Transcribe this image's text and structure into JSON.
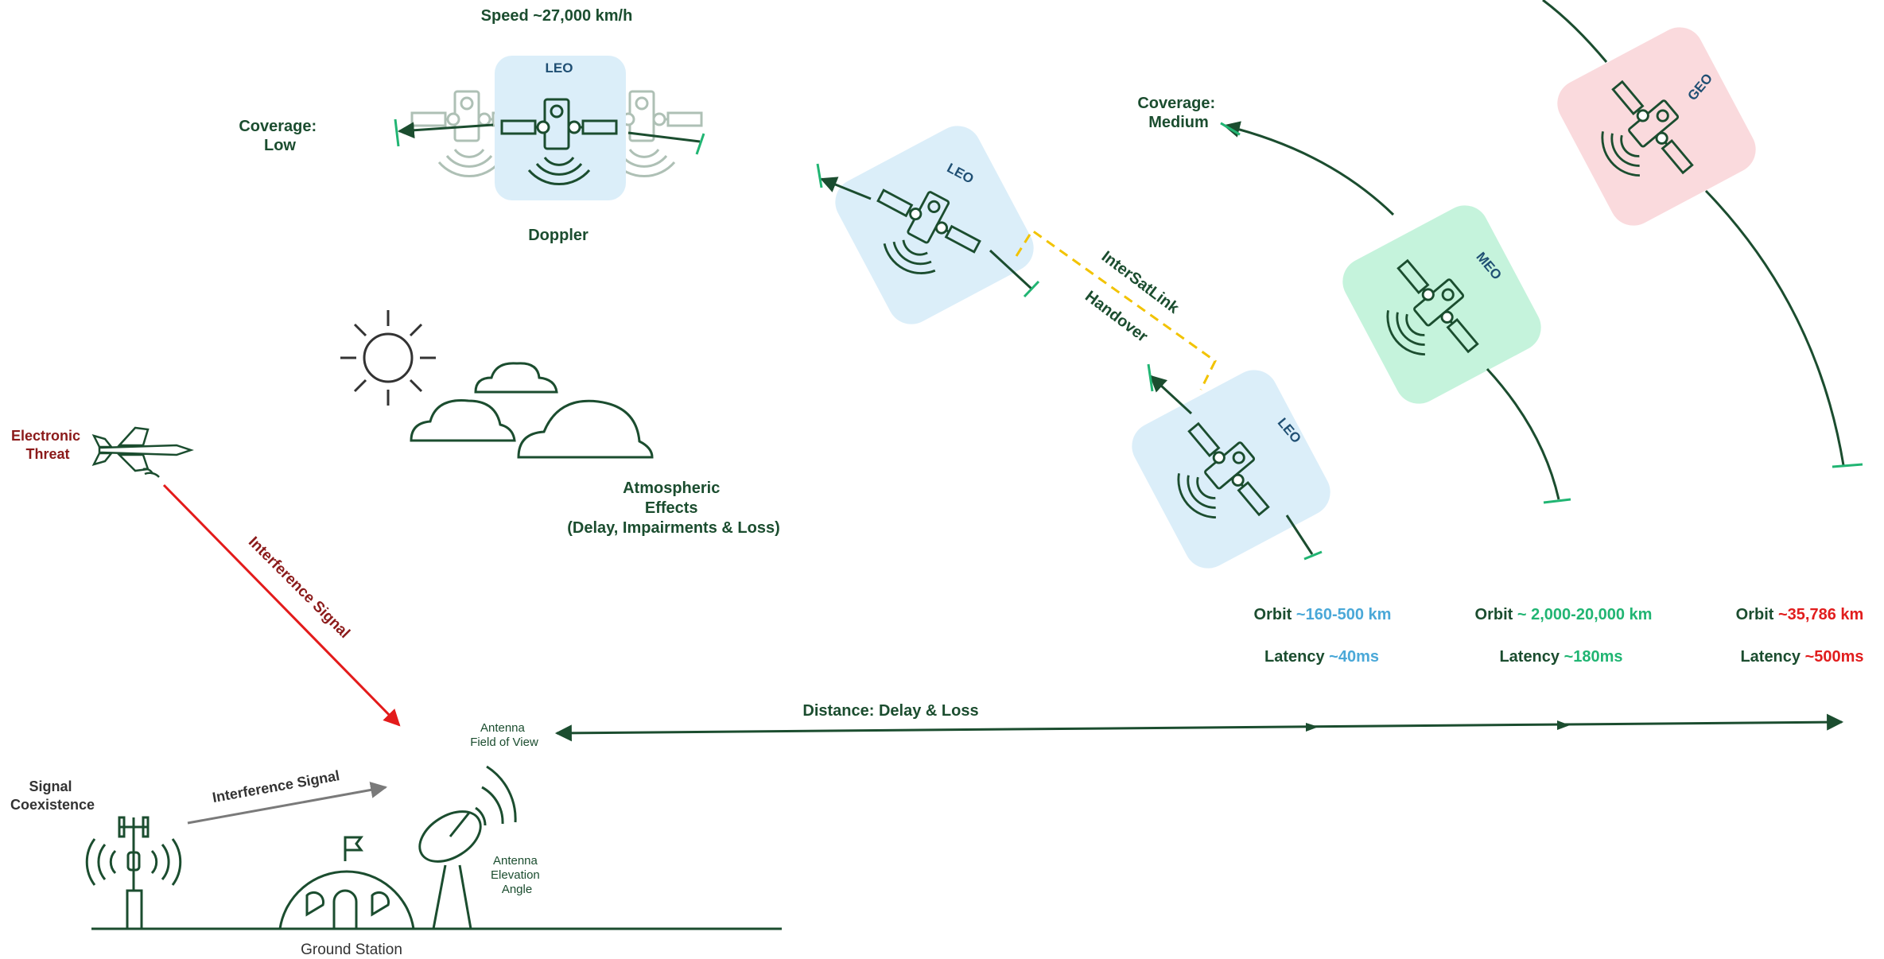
{
  "colors": {
    "dark_green": "#1b4d2f",
    "leo_bg": "#dbeef9",
    "meo_bg": "#c5f3dc",
    "geo_bg": "#fadadd",
    "leo_accent": "#4aa8d8",
    "meo_accent": "#21b573",
    "geo_accent": "#e11d1d",
    "threat_red": "#8b1a1a",
    "interference_red": "#e31b1b",
    "handover_yellow": "#f2c300",
    "grey": "#7a7a7a"
  },
  "top": {
    "speed": "Speed ~27,000 km/h",
    "coverage_low": [
      "Coverage:",
      "Low"
    ],
    "doppler": "Doppler",
    "leo_badge": "LEO"
  },
  "coverage_medium": [
    "Coverage:",
    "Medium"
  ],
  "satellites": {
    "leo_a": "LEO",
    "leo_b": "LEO",
    "meo": "MEO",
    "geo": "GEO"
  },
  "links": {
    "intersatlink": "InterSatLink",
    "handover": "Handover"
  },
  "atmosphere": [
    "Atmospheric",
    "Effects",
    "(Delay, Impairments & Loss)"
  ],
  "threat": {
    "label": [
      "Electronic",
      "Threat"
    ],
    "interference": "Interference Signal"
  },
  "ground": {
    "coexistence": [
      "Signal",
      "Coexistence"
    ],
    "interference": "Interference Signal",
    "station": "Ground Station",
    "fov": [
      "Antenna",
      "Field of View"
    ],
    "elevation": [
      "Antenna",
      "Elevation",
      "Angle"
    ],
    "distance": "Distance: Delay & Loss"
  },
  "orbits": [
    {
      "orbit_prefix": "Orbit ",
      "orbit_value": "~160-500 km",
      "latency_prefix": "Latency ",
      "latency_value": "~40ms"
    },
    {
      "orbit_prefix": "Orbit ",
      "orbit_value": "~ 2,000-20,000 km",
      "latency_prefix": "Latency ",
      "latency_value": "~180ms"
    },
    {
      "orbit_prefix": "Orbit ",
      "orbit_value": "~35,786 km",
      "latency_prefix": "Latency ",
      "latency_value": "~500ms"
    }
  ]
}
